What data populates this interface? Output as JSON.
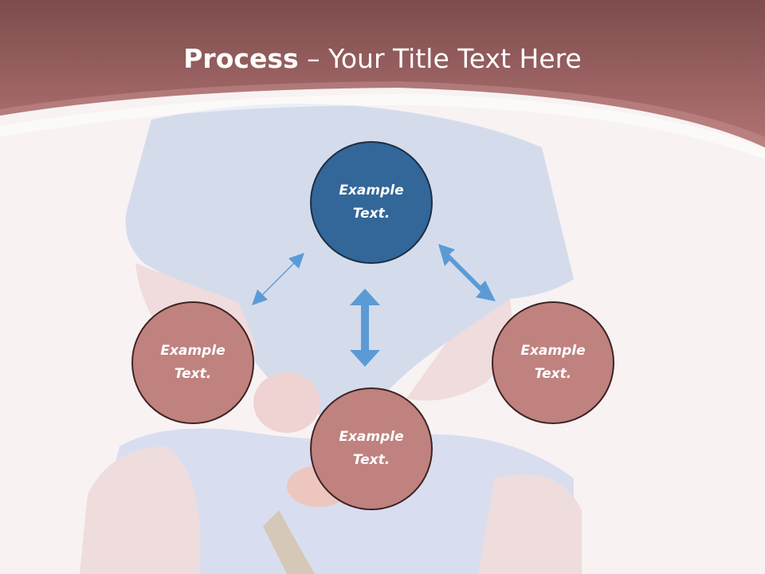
{
  "title": {
    "bold": "Process",
    "rest": " – Your Title Text Here"
  },
  "nodes": {
    "top": {
      "line1": "Example",
      "line2": "Text."
    },
    "left": {
      "line1": "Example",
      "line2": "Text."
    },
    "bottom": {
      "line1": "Example",
      "line2": "Text."
    },
    "right": {
      "line1": "Example",
      "line2": "Text."
    }
  },
  "colors": {
    "header": "#a66060",
    "main_circle": "#336699",
    "sub_circle": "#c0827f",
    "arrow": "#5b9bd5"
  },
  "icons": [
    "double-arrow-icon"
  ]
}
